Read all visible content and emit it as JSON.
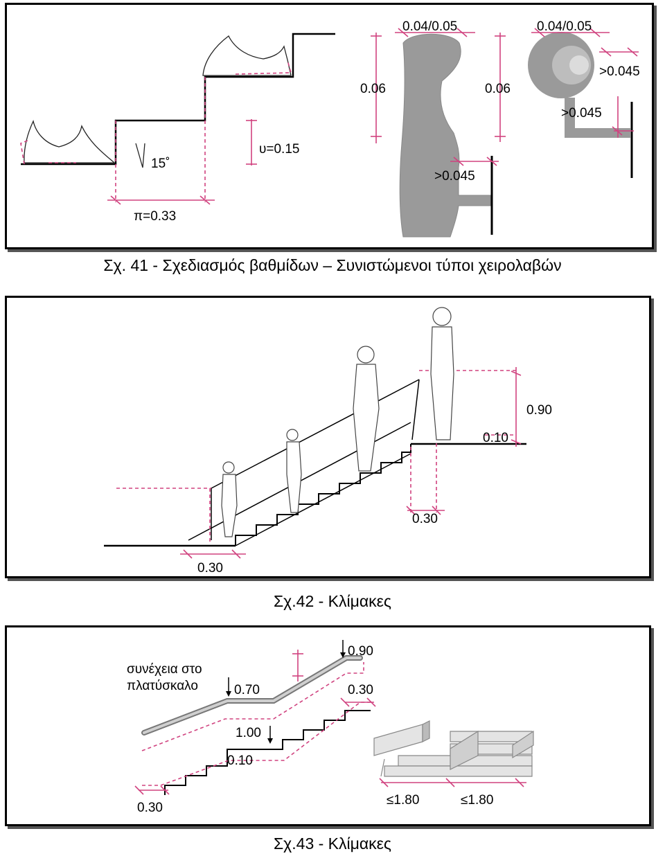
{
  "figure41": {
    "caption": "Σχ. 41 - Σχεδιασμός βαθμίδων – Συνιστώμενοι τύποι χειρολαβών",
    "angle_label": "15˚",
    "riser_label": "υ=0.15",
    "tread_label": "π=0.33",
    "handrail_a": {
      "width_label": "0.04/0.05",
      "height_label": "0.06",
      "clearance_label": ">0.045"
    },
    "handrail_b": {
      "width_label": "0.04/0.05",
      "height_label": "0.06",
      "side_clearance_label": ">0.045",
      "wall_clearance_label": ">0.045"
    }
  },
  "figure42": {
    "caption": "Σχ.42 - Κλίμακες",
    "rail_height_label": "0.90",
    "top_offset_label": "0.10",
    "top_extension_label": "0.30",
    "bottom_extension_label": "0.30"
  },
  "figure43": {
    "caption": "Σχ.43 - Κλίμακες",
    "landing_note_line1": "συνέχεια στο",
    "landing_note_line2": "πλατύσκαλο",
    "upper_rail_landing_label": "0.70",
    "upper_rail_top_label": "0.90",
    "top_extension_label": "0.30",
    "lower_rail_label": "1.00",
    "lower_offset_label": "0.10",
    "bottom_extension_label": "0.30",
    "width_label_1": "≤1.80",
    "width_label_2": "≤1.80"
  },
  "colors": {
    "dimension": "#d0427f",
    "handrail_fill": "#9a9a9a",
    "frame": "#000000"
  }
}
